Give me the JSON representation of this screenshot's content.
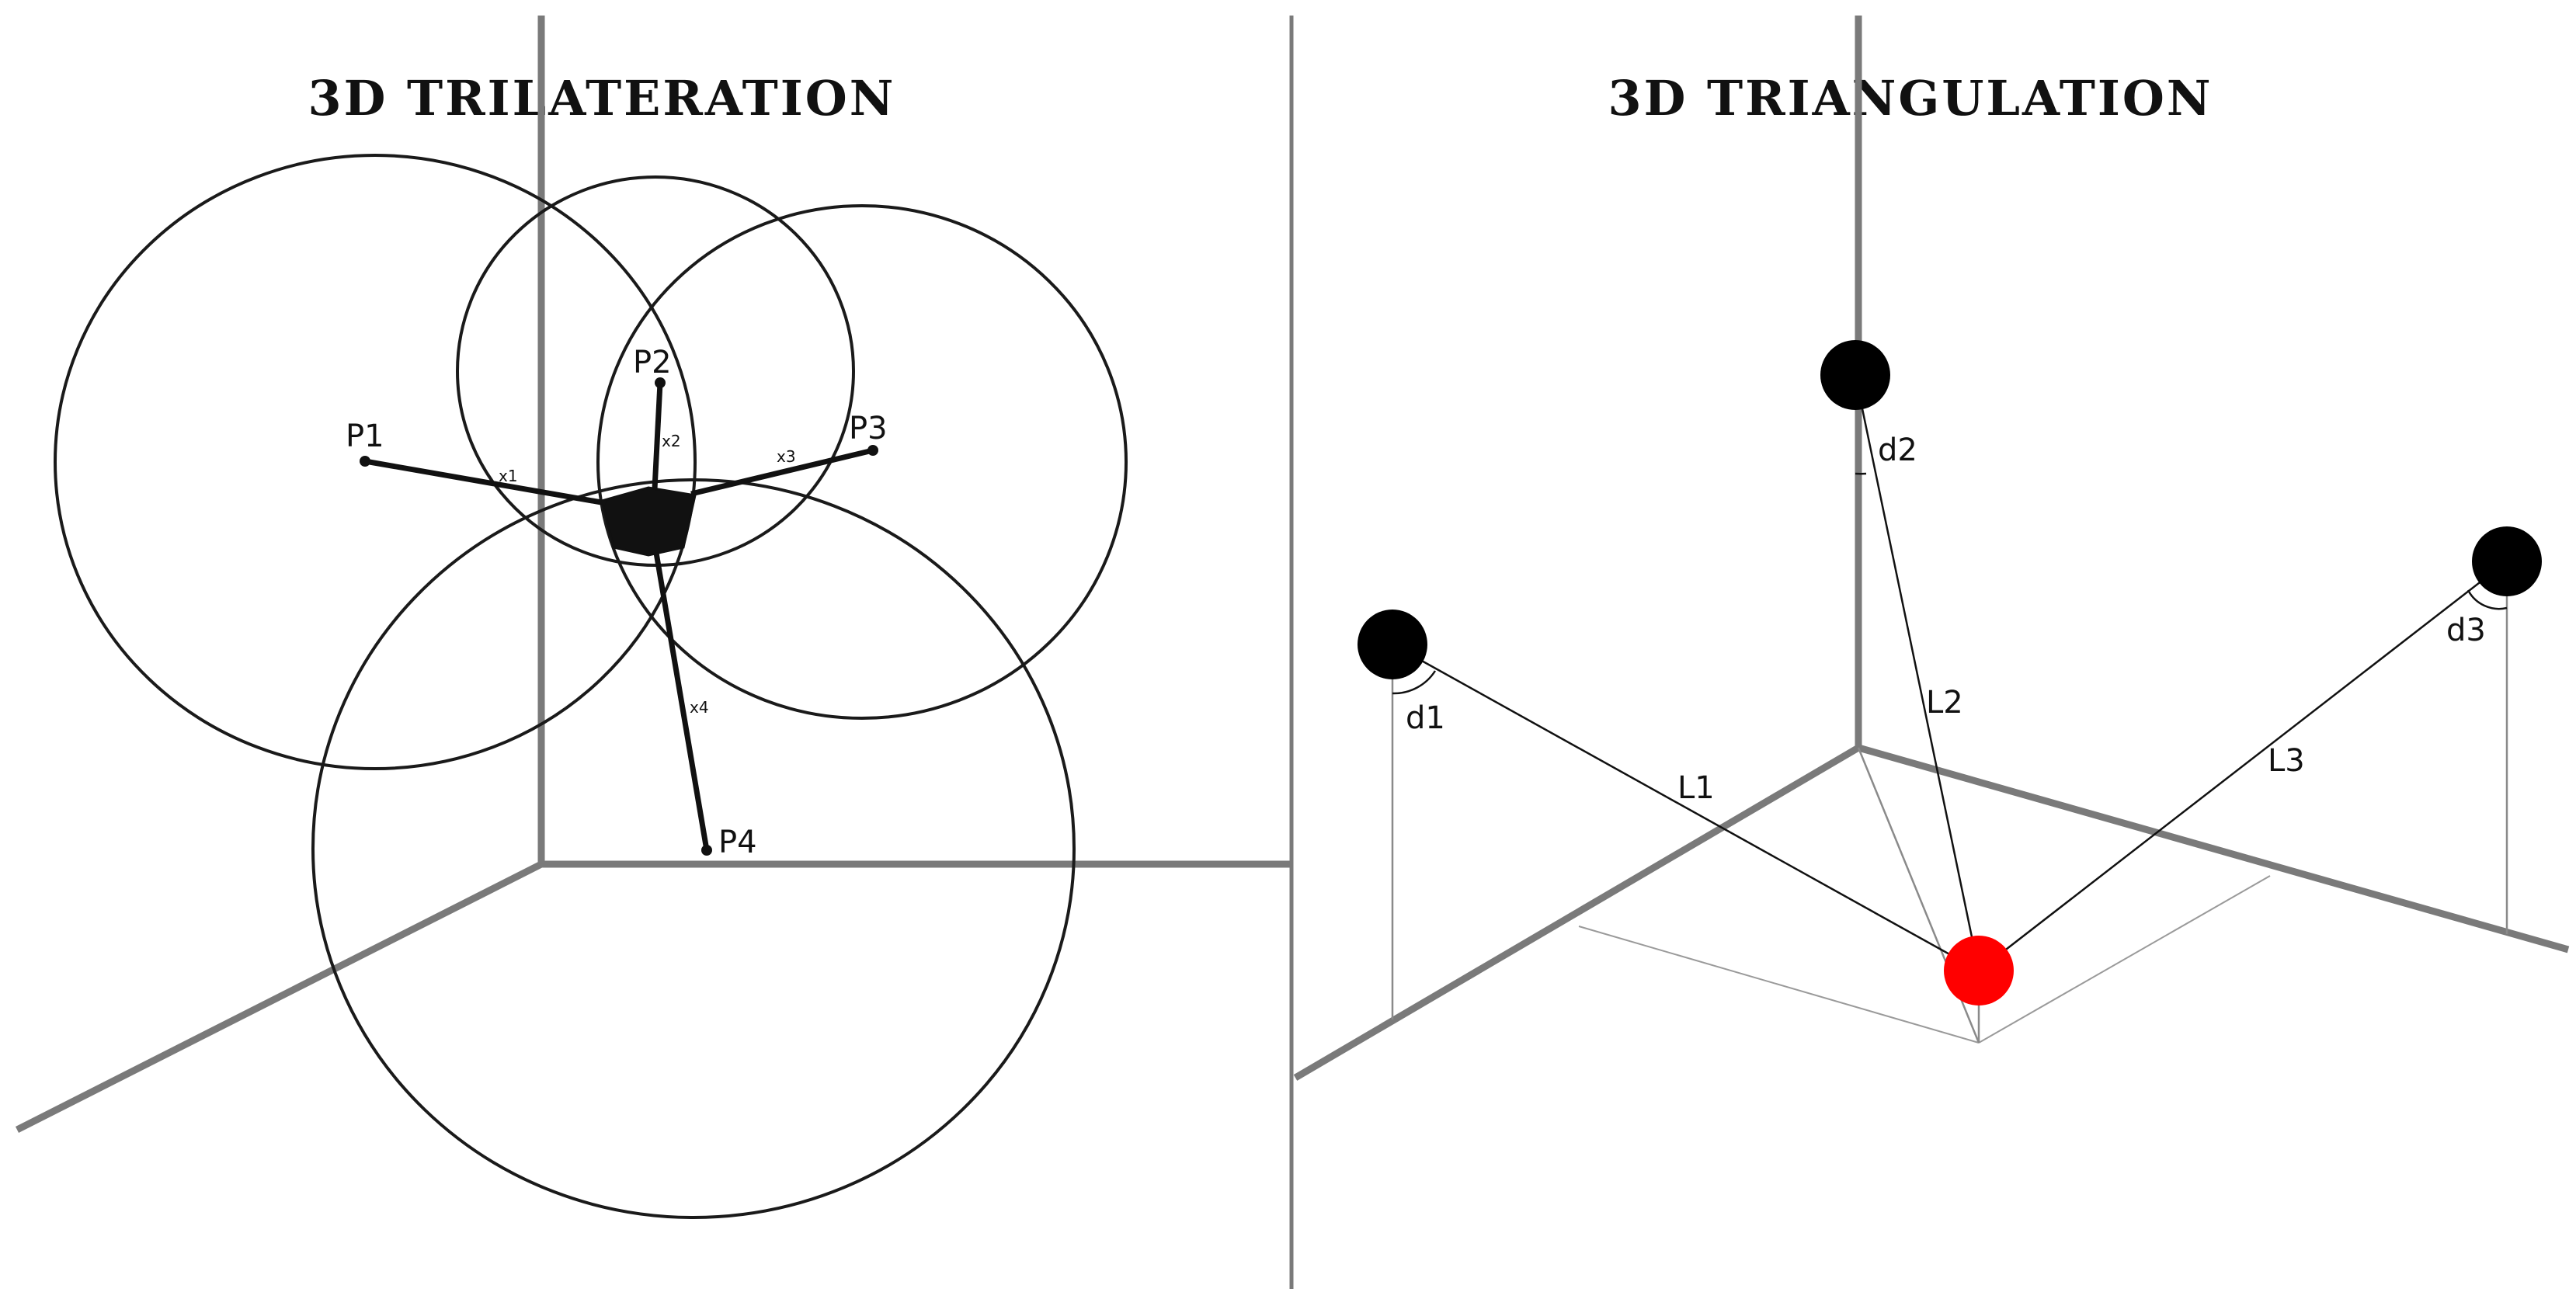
{
  "left_panel": {
    "title": "3D TRILATERATION",
    "points": [
      {
        "label": "P1",
        "distance_label": "x1"
      },
      {
        "label": "P2",
        "distance_label": "x2"
      },
      {
        "label": "P3",
        "distance_label": "x3"
      },
      {
        "label": "P4",
        "distance_label": "x4"
      }
    ]
  },
  "right_panel": {
    "title": "3D TRIANGULATION",
    "angles": [
      "d1",
      "d2",
      "d3"
    ],
    "lines": [
      "L1",
      "L2",
      "L3"
    ],
    "colors": {
      "observers": "#000000",
      "target": "#ff0000"
    }
  }
}
